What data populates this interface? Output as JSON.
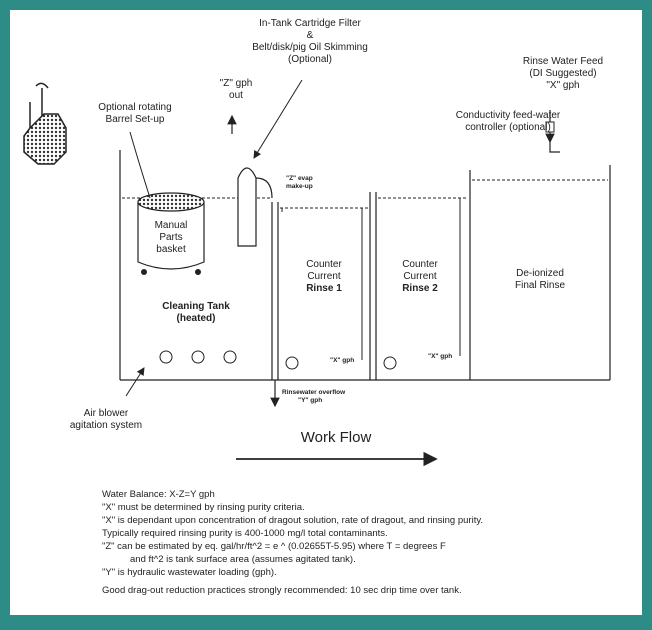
{
  "labels": {
    "cartridge_line1": "In-Tank Cartridge Filter",
    "cartridge_amp": "&",
    "cartridge_line2": "Belt/disk/pig Oil Skimming",
    "cartridge_line3": "(Optional)",
    "rinse_feed_line1": "Rinse Water Feed",
    "rinse_feed_line2": "(DI Suggested)",
    "rinse_feed_line3": "\"X\" gph",
    "barrel_line1": "Optional rotating",
    "barrel_line2": "Barrel Set-up",
    "z_out_line1": "\"Z\" gph",
    "z_out_line2": "out",
    "conductivity_line1": "Conductivity feed-water",
    "conductivity_line2": "controller (optional)",
    "evap_line1": "\"Z\" evap",
    "evap_line2": "make-up",
    "basket_line1": "Manual",
    "basket_line2": "Parts",
    "basket_line3": "basket",
    "cleaning_line1": "Cleaning Tank",
    "cleaning_line2": "(heated)",
    "rinse1_line1": "Counter",
    "rinse1_line2": "Current",
    "rinse1_line3": "Rinse 1",
    "rinse2_line1": "Counter",
    "rinse2_line2": "Current",
    "rinse2_line3": "Rinse 2",
    "final_line1": "De-ionized",
    "final_line2": "Final Rinse",
    "x_gph_1": "\"X\" gph",
    "x_gph_2": "\"X\" gph",
    "overflow_line1": "Rinsewater overflow",
    "overflow_line2": "\"Y\" gph",
    "air_line1": "Air blower",
    "air_line2": "agitation system",
    "work_flow": "Work Flow"
  },
  "notes": {
    "balance": "Water Balance:  X-Z=Y gph",
    "x_rule1": "\"X\" must be determined by rinsing purity criteria.",
    "x_rule2": "\"X\" is dependant upon concentration of dragout solution, rate of dragout, and rinsing purity.",
    "typical": "Typically required rinsing purity is 400-1000 mg/l total contaminants.",
    "z_rule": "\"Z\" can be estimated by eq. gal/hr/ft^2 = e ^ (0.02655T-5.95) where T = degrees F",
    "z_rule_cont": "and ft^2 is tank surface area (assumes agitated tank).",
    "y_rule": "\"Y\" is hydraulic wastewater loading (gph).",
    "good_practice": "Good drag-out reduction practices strongly recommended: 10 sec drip time over tank."
  },
  "colors": {
    "frame": "#2e8c86",
    "ink": "#222222",
    "hatch": "#555555"
  }
}
